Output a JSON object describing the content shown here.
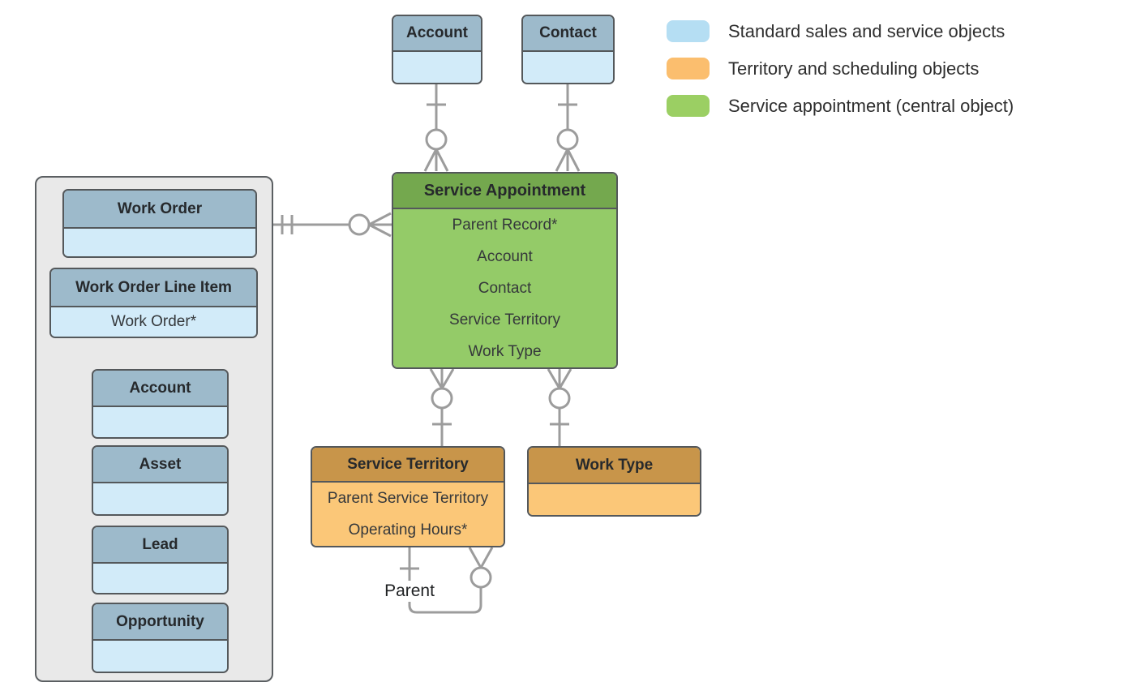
{
  "diagram": {
    "legend": {
      "items": [
        {
          "label": "Standard sales and service objects",
          "color": "#B5DEF3"
        },
        {
          "label": "Territory and scheduling objects",
          "color": "#FBBE6E"
        },
        {
          "label": "Service appointment (central object)",
          "color": "#9BCF63"
        }
      ]
    },
    "entities": {
      "account_top": {
        "title": "Account"
      },
      "contact_top": {
        "title": "Contact"
      },
      "service_appointment": {
        "title": "Service Appointment",
        "fields": [
          "Parent Record*",
          "Account",
          "Contact",
          "Service Territory",
          "Work Type"
        ]
      },
      "work_order": {
        "title": "Work Order"
      },
      "work_order_line_item": {
        "title": "Work Order Line Item",
        "fields": [
          "Work Order*"
        ]
      },
      "account_left": {
        "title": "Account"
      },
      "asset": {
        "title": "Asset"
      },
      "lead": {
        "title": "Lead"
      },
      "opportunity": {
        "title": "Opportunity"
      },
      "service_territory": {
        "title": "Service Territory",
        "fields": [
          "Parent Service Territory",
          "Operating Hours*"
        ]
      },
      "work_type": {
        "title": "Work Type"
      }
    },
    "labels": {
      "self_relation": "Parent"
    },
    "colors": {
      "blue_header": "#9DBACB",
      "blue_body": "#D2EBF9",
      "green_header": "#74A84E",
      "green_body": "#94CB68",
      "orange_header": "#C8954A",
      "orange_body": "#FBC778",
      "container_fill": "#E9E9E9",
      "connector": "#9C9C9C",
      "box_border": "#54585B"
    }
  }
}
